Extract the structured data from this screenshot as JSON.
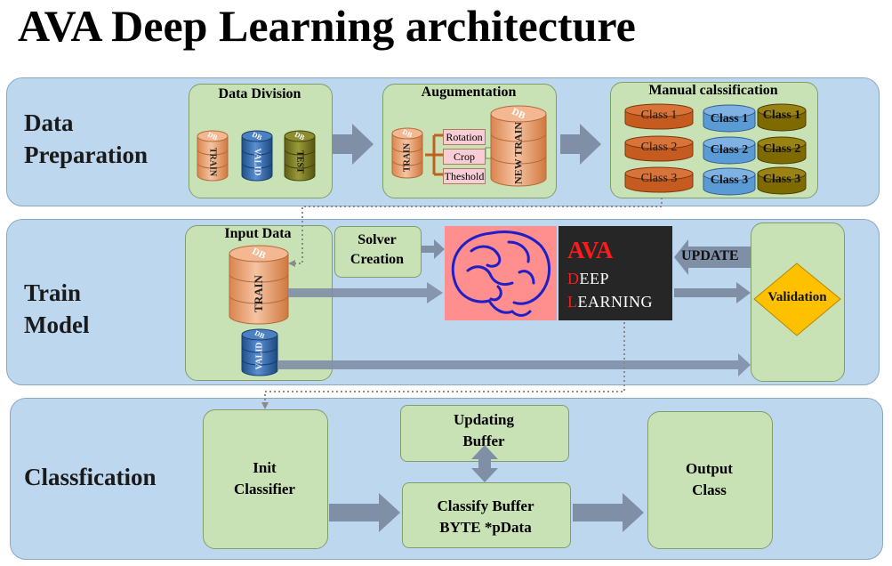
{
  "title": "AVA Deep Learning architecture",
  "sections": {
    "data_preparation": {
      "label_line1": "Data",
      "label_line2": "Preparation",
      "data_division": {
        "title": "Data Division",
        "cylinders": [
          "TRAIN",
          "VALID",
          "TEST"
        ],
        "db_label": "DB"
      },
      "augmentation": {
        "title": "Augumentation",
        "source": "TRAIN",
        "ops": [
          "Rotation",
          "Crop",
          "Theshold"
        ],
        "target": "NEW TRAIN",
        "db_label": "DB"
      },
      "manual_classification": {
        "title": "Manual calssification",
        "columns": [
          [
            "Class 1",
            "Class 2",
            "Class 3"
          ],
          [
            "Class 1",
            "Class 2",
            "Class 3"
          ],
          [
            "Class 1",
            "Class 2",
            "Class 3"
          ]
        ]
      }
    },
    "train_model": {
      "label_line1": "Train",
      "label_line2": "Model",
      "input_data": {
        "title": "Input Data",
        "train": "TRAIN",
        "valid": "VALID",
        "db_label": "DB"
      },
      "solver": {
        "line1": "Solver",
        "line2": "Creation"
      },
      "ava": {
        "title": "AVA",
        "line1_first": "D",
        "line1_rest": "EEP",
        "line2_first": "L",
        "line2_rest": "EARNING"
      },
      "update_label": "UPDATE",
      "validation": "Validation"
    },
    "classification": {
      "label": "Classfication",
      "init": {
        "line1": "Init",
        "line2": "Classifier"
      },
      "updating_buffer": {
        "line1": "Updating",
        "line2": "Buffer"
      },
      "classify_buffer": {
        "line1": "Classify  Buffer",
        "line2": "BYTE *pData"
      },
      "output": {
        "line1": "Output",
        "line2": "Class"
      }
    }
  },
  "colors": {
    "band_fill": "#bdd7ee",
    "box_fill": "#c9e2b5",
    "cylinder_orange": "#e8a57a",
    "cylinder_blue": "#3d74b5",
    "cylinder_olive": "#7a7a26",
    "class_orange": "#c65b1f",
    "class_blue": "#5b9bd5",
    "class_olive": "#7f6a00",
    "arrow_gray": "#7f8fa6",
    "validation_yellow": "#ffc000",
    "brain_bg": "#ff8e8e",
    "ava_bg": "#262626"
  }
}
